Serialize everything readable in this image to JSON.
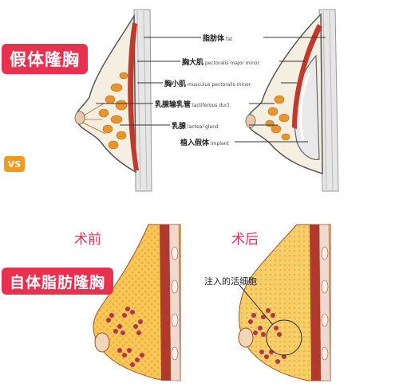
{
  "badges": {
    "implant": "假体隆胸",
    "vs": "VS",
    "fat": "自体脂肪隆胸"
  },
  "labels": [
    {
      "cn": "脂肪体",
      "en": "fat"
    },
    {
      "cn": "胸大肌",
      "en": "pectoralis major minor"
    },
    {
      "cn": "胸小肌",
      "en": "musculus pectoralis minor"
    },
    {
      "cn": "乳腺输乳管",
      "en": "lactiferous duct"
    },
    {
      "cn": "乳腺",
      "en": "lacteal gland"
    },
    {
      "cn": "植入假体",
      "en": "implant"
    }
  ],
  "stages": {
    "before": "术前",
    "after": "术后"
  },
  "annotation": "注入的活细胞",
  "colors": {
    "accent": "#e8304f",
    "vs": "#f29a1e",
    "stage_text": "#d9365c",
    "fat_yellow": "#f7c85a",
    "muscle_red": "#c0392b"
  }
}
